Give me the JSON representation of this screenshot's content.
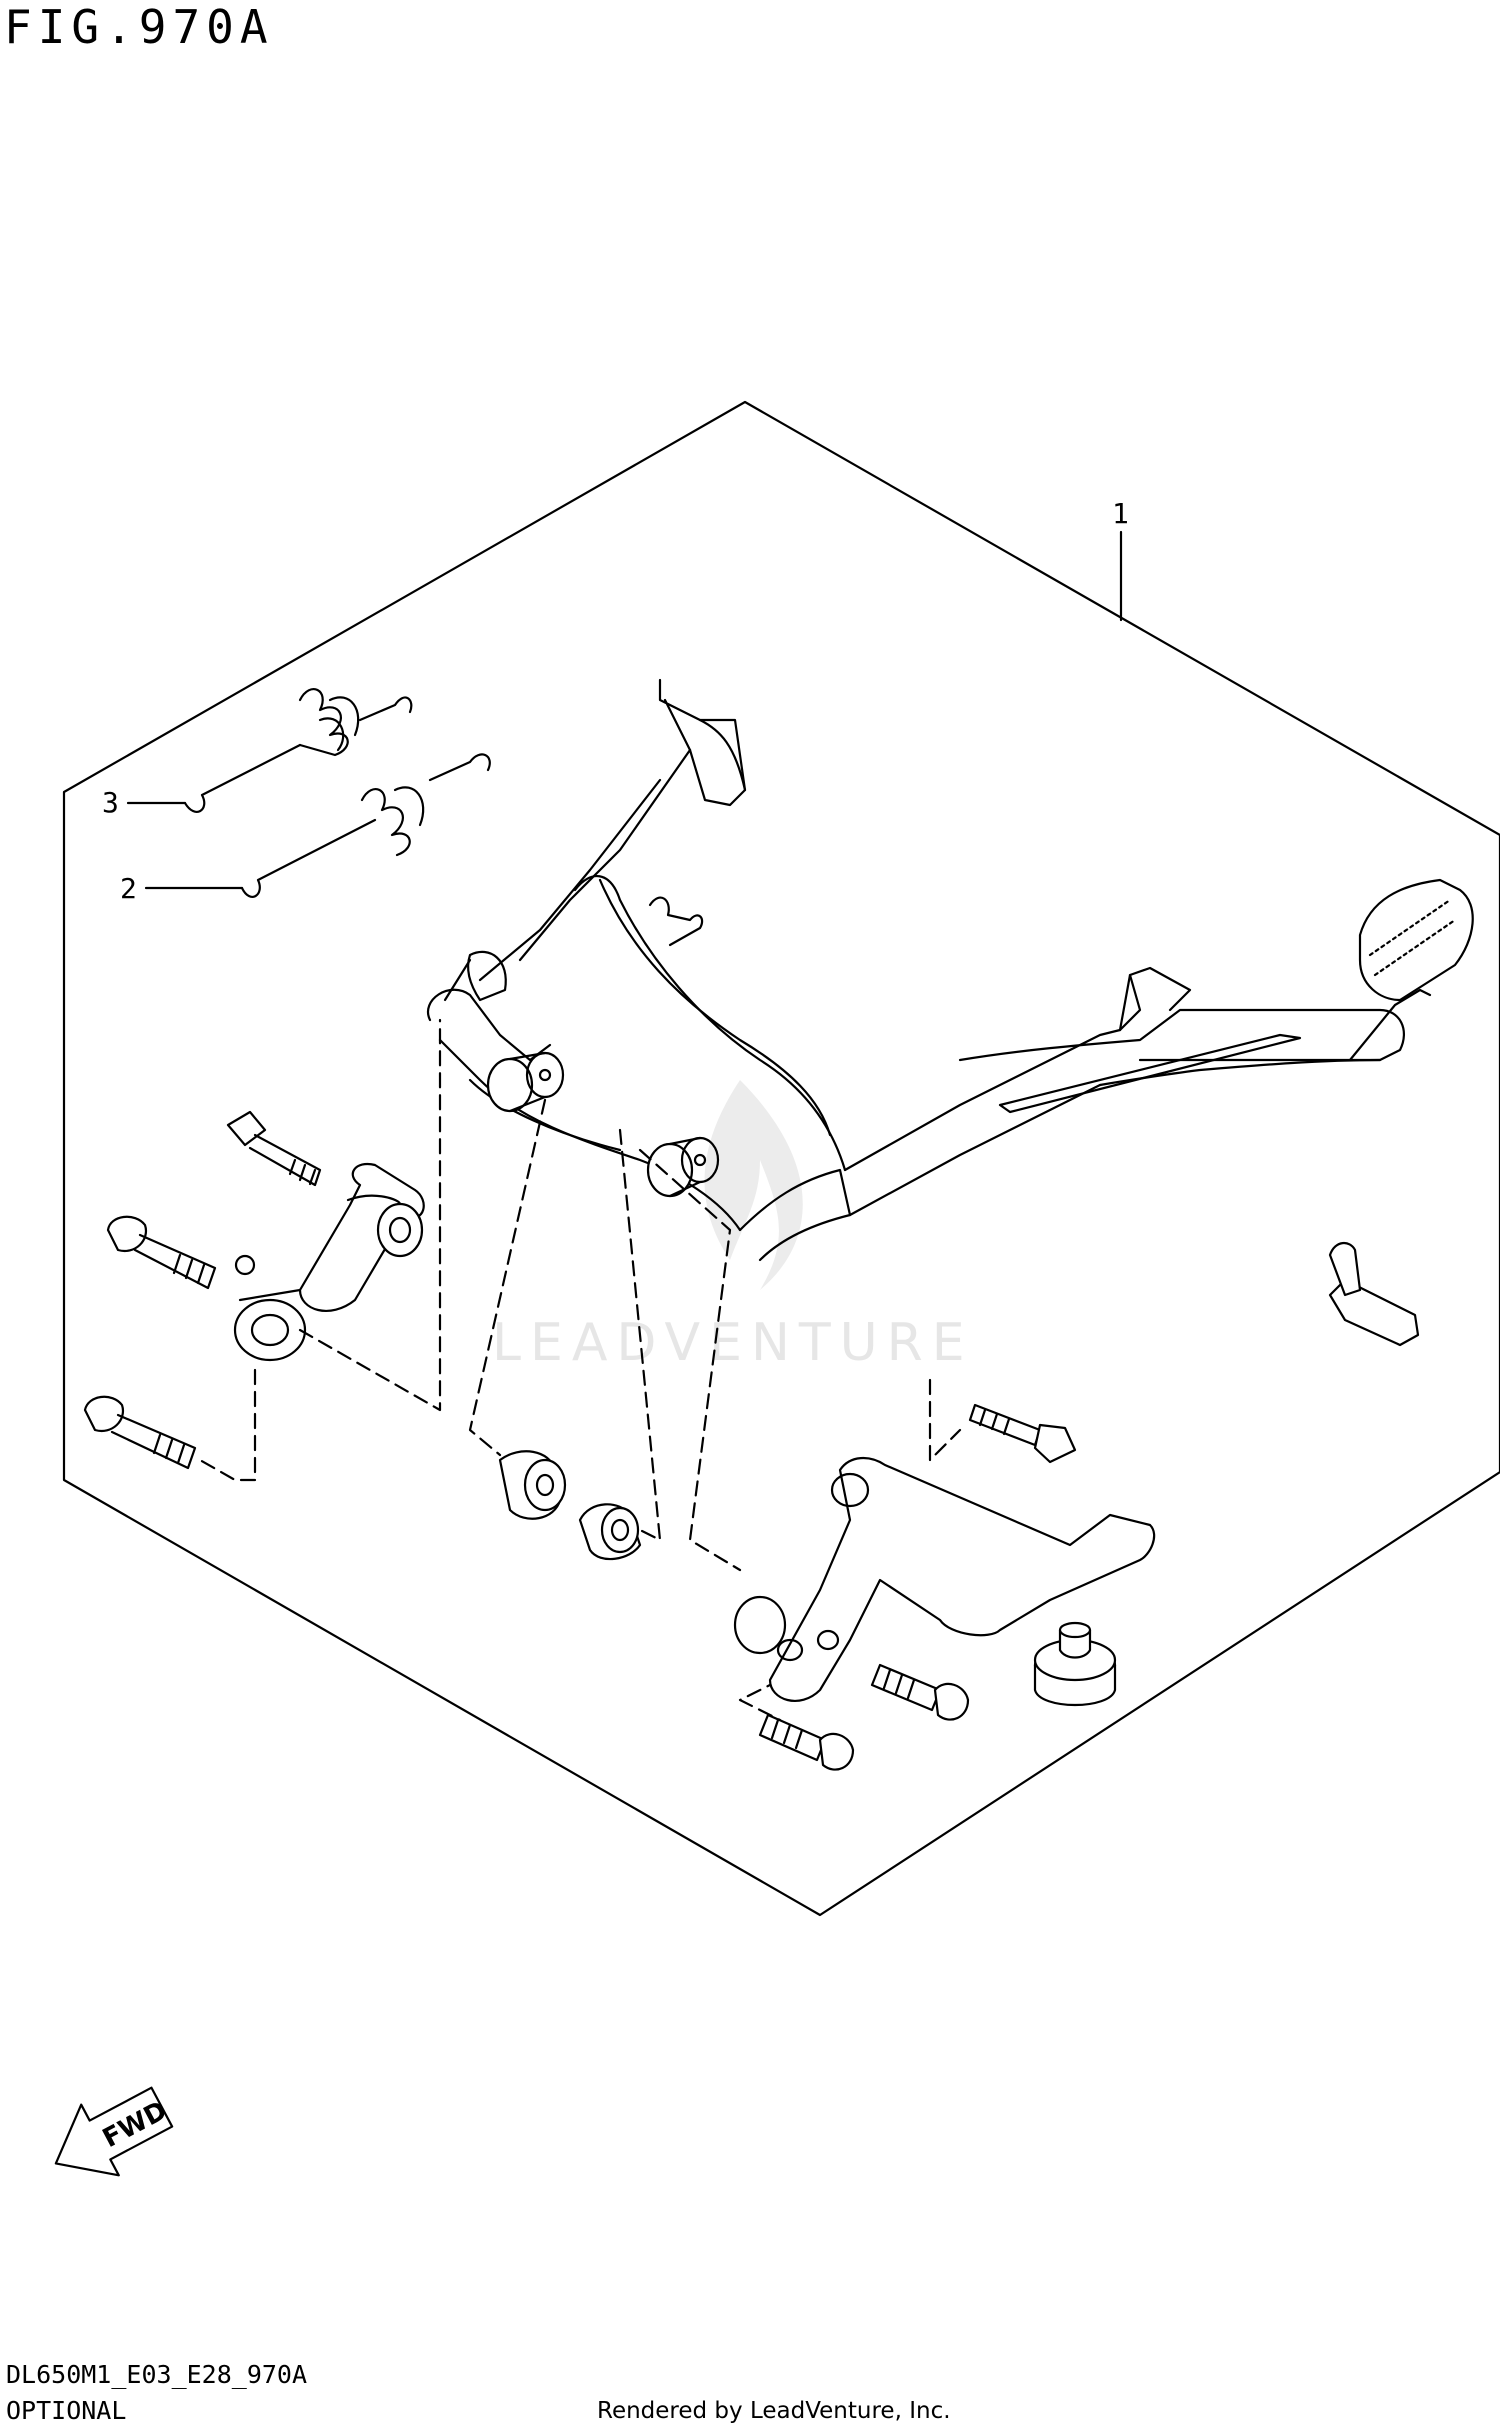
{
  "figure": {
    "title": "FIG.970A",
    "drawing_code": "DL650M1_E03_E28_970A",
    "section": "OPTIONAL",
    "credit": "Rendered by LeadVenture, Inc.",
    "watermark": "LEADVENTURE",
    "direction_label": "FWD"
  },
  "callouts": [
    {
      "number": "1",
      "part": "center-stand-assembly"
    },
    {
      "number": "2",
      "part": "spring"
    },
    {
      "number": "3",
      "part": "spring"
    }
  ],
  "colors": {
    "line": "#000000",
    "background": "#ffffff",
    "watermark": "#e6e6e6"
  }
}
